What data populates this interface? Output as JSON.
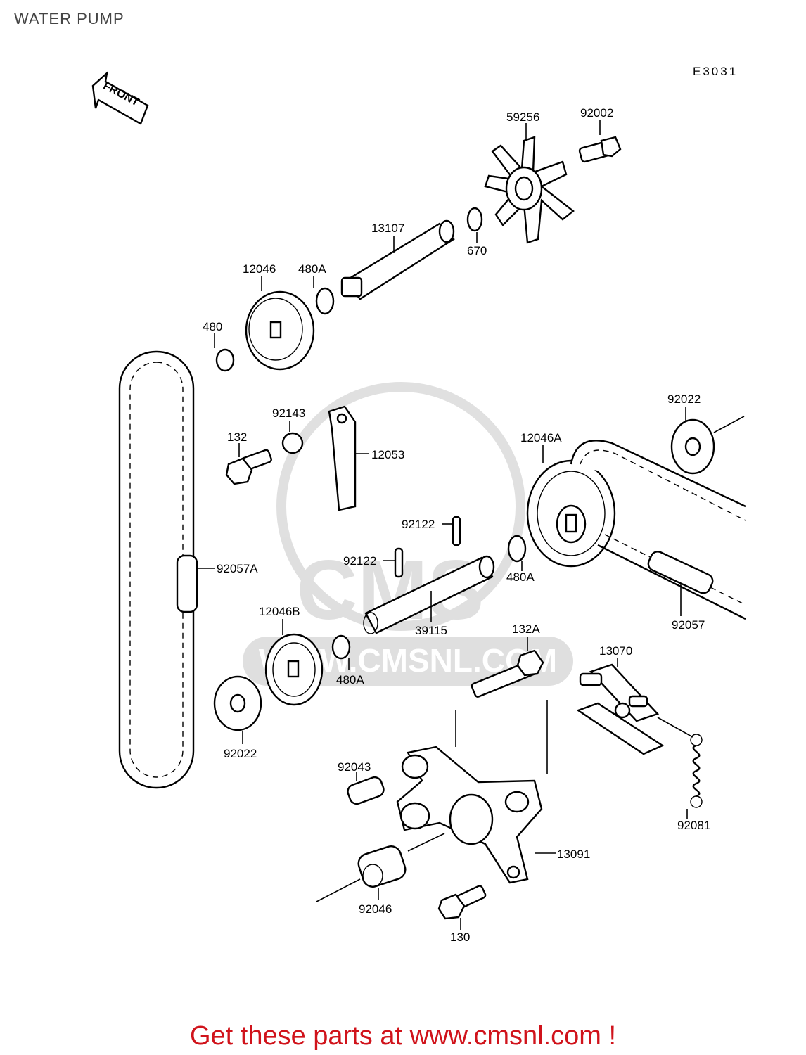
{
  "page": {
    "title": "WATER PUMP",
    "diagram_code": "E3031",
    "front_label": "FRONT",
    "watermark_url": "WWW.CMSNL.COM",
    "watermark_logo": "CMS",
    "footer": "Get these parts at www.cmsnl.com !"
  },
  "parts": {
    "p59256": "59256",
    "p92002": "92002",
    "p13107": "13107",
    "p670": "670",
    "p12046": "12046",
    "p480A_top": "480A",
    "p480": "480",
    "p92143": "92143",
    "p132": "132",
    "p12053": "12053",
    "p92022_right": "92022",
    "p12046A": "12046A",
    "p92122_upper": "92122",
    "p92122_lower": "92122",
    "p480A_mid": "480A",
    "p92057A": "92057A",
    "p12046B": "12046B",
    "p39115": "39115",
    "p480A_low": "480A",
    "p132A": "132A",
    "p13070": "13070",
    "p92057": "92057",
    "p92022_left": "92022",
    "p92043": "92043",
    "p92081": "92081",
    "p13091": "13091",
    "p92046": "92046",
    "p130": "130"
  }
}
